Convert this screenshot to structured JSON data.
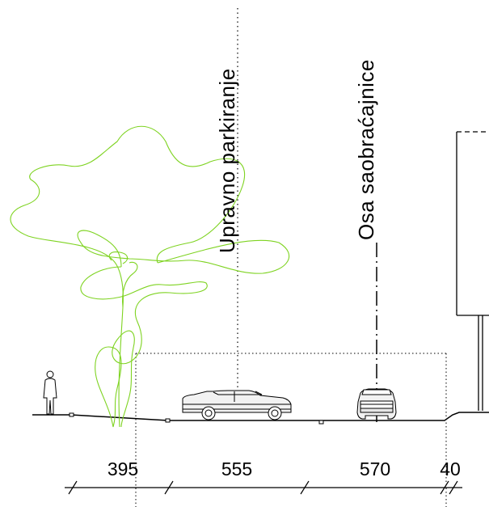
{
  "labels": {
    "parking_axis": "Upravno parkiranje",
    "road_axis": "Osa saobraćajnice"
  },
  "dimensions": {
    "segments": [
      "395",
      "555",
      "570",
      "40"
    ]
  },
  "colors": {
    "tree": "#7ed321",
    "line": "#000000",
    "car_fill": "#f2f2f2"
  },
  "icons": {
    "person": "pedestrian-figure",
    "tree": "scribble-tree",
    "parked_car": "car-side-view",
    "moving_car": "car-rear-view"
  }
}
